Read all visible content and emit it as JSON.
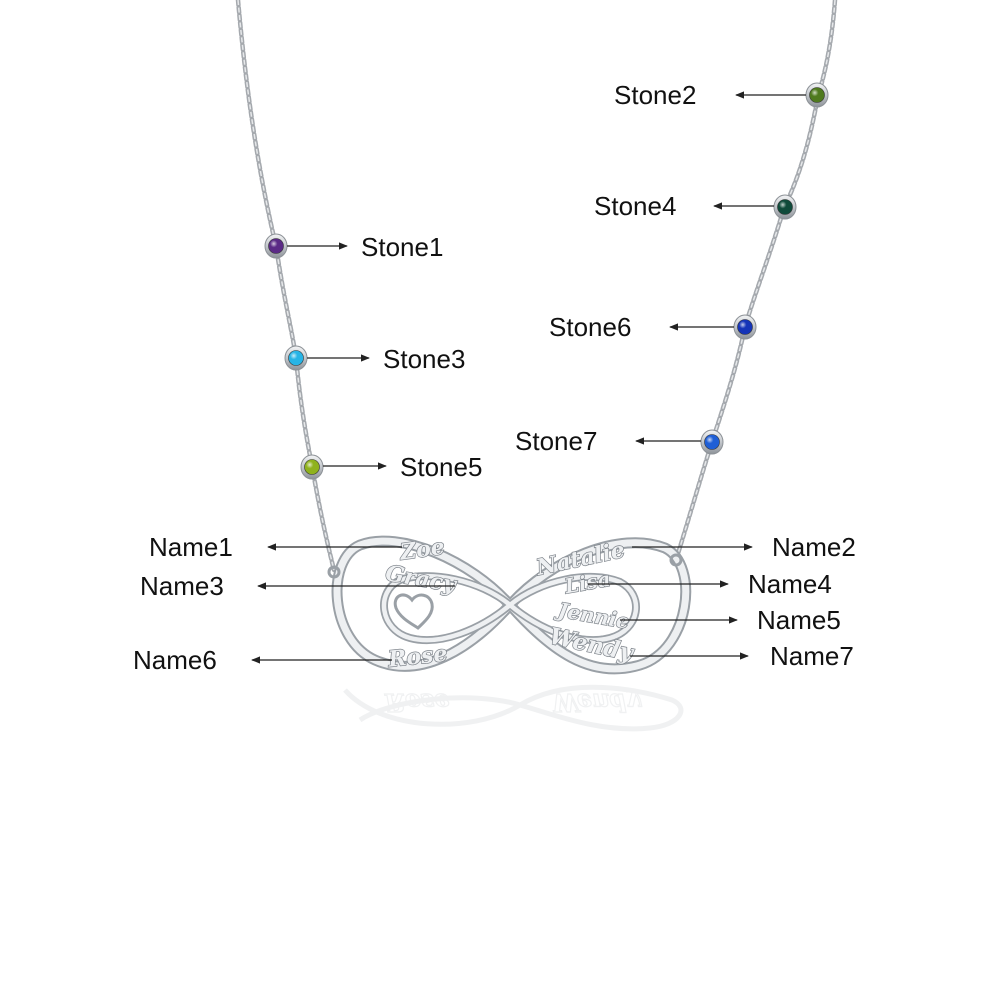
{
  "stone_labels": {
    "stone1": "Stone1",
    "stone2": "Stone2",
    "stone3": "Stone3",
    "stone4": "Stone4",
    "stone5": "Stone5",
    "stone6": "Stone6",
    "stone7": "Stone7"
  },
  "name_labels": {
    "name1": "Name1",
    "name2": "Name2",
    "name3": "Name3",
    "name4": "Name4",
    "name5": "Name5",
    "name6": "Name6",
    "name7": "Name7"
  },
  "engraved_names": {
    "zoe": "Zoe",
    "natalie": "Natalie",
    "gracy": "Gracy",
    "lisa": "Lisa",
    "jennie": "Jennie",
    "rose": "Rose",
    "wendy": "Wendy"
  },
  "stone_colors": {
    "stone1": "#5b2a86",
    "stone2": "#4f7a1e",
    "stone3": "#27b4e6",
    "stone4": "#0f4a3a",
    "stone5": "#8fb21c",
    "stone6": "#1534b8",
    "stone7": "#1f5fd6"
  },
  "metal_color": "#c9ccd0"
}
